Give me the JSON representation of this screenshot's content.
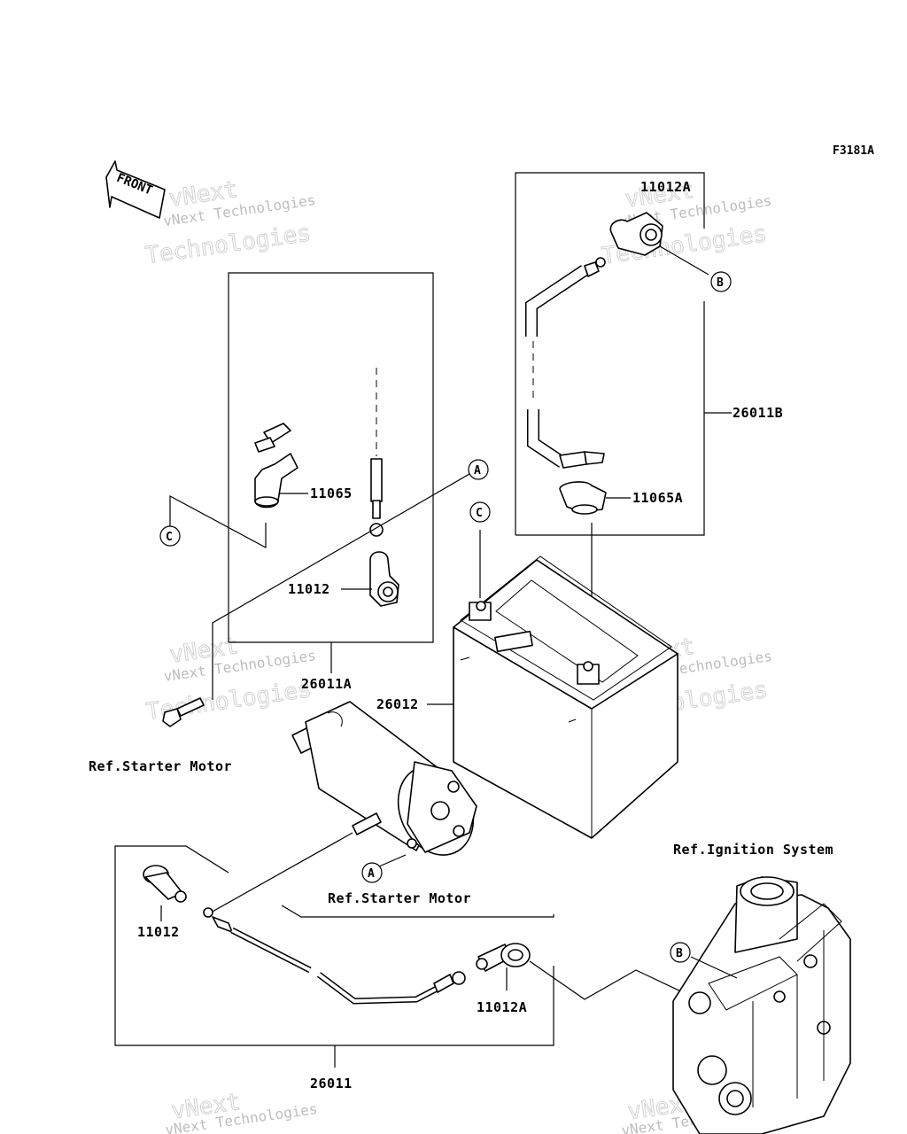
{
  "figure_code": "F3181A",
  "front_label": "FRONT",
  "watermark": {
    "line1": "vNext Technologies",
    "line2": "vNext",
    "line3": "Technologies"
  },
  "labels": {
    "p11012A_top": "11012A",
    "p26011B": "26011B",
    "p11065A": "11065A",
    "p11065": "11065",
    "p11012_mid": "11012",
    "p26011A": "26011A",
    "p26012": "26012",
    "ref_starter_motor_left": "Ref.Starter Motor",
    "ref_starter_motor_mid": "Ref.Starter Motor",
    "ref_ignition_system": "Ref.Ignition System",
    "p11012_bottom": "11012",
    "p11012A_bottom": "11012A",
    "p26011": "26011"
  },
  "callouts": {
    "A": "A",
    "B": "B",
    "C": "C"
  }
}
